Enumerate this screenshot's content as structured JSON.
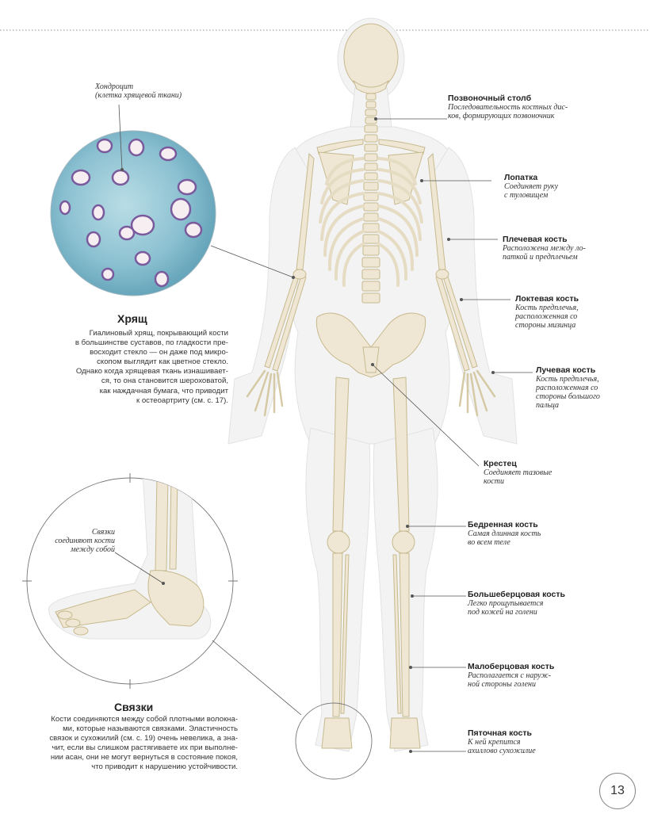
{
  "labels": [
    {
      "id": "spine",
      "title": "Позвоночный столб",
      "desc": [
        "Последовательность костных дис-",
        "ков, формирующих позвоночник"
      ]
    },
    {
      "id": "scapula",
      "title": "Лопатка",
      "desc": [
        "Соединяет руку",
        "с туловищем"
      ]
    },
    {
      "id": "humerus",
      "title": "Плечевая кость",
      "desc": [
        "Расположена между ло-",
        "паткой и предплечьем"
      ]
    },
    {
      "id": "ulna",
      "title": "Локтевая кость",
      "desc": [
        "Кость предплечья,",
        "расположенная со",
        "стороны мизинца"
      ]
    },
    {
      "id": "radius",
      "title": "Лучевая кость",
      "desc": [
        "Кость предплечья,",
        "расположенная со",
        "стороны большого",
        "пальца"
      ]
    },
    {
      "id": "sacrum",
      "title": "Крестец",
      "desc": [
        "Соединяет тазовые",
        "кости"
      ]
    },
    {
      "id": "femur",
      "title": "Бедренная кость",
      "desc": [
        "Самая длинная кость",
        "во всем теле"
      ]
    },
    {
      "id": "tibia",
      "title": "Большеберцовая кость",
      "desc": [
        "Легко прощупывается",
        "под кожей на голени"
      ]
    },
    {
      "id": "fibula",
      "title": "Малоберцовая кость",
      "desc": [
        "Располагается с наруж-",
        "ной стороны голени"
      ]
    },
    {
      "id": "calcaneus",
      "title": "Пяточная кость",
      "desc": [
        "К ней крепится",
        "ахиллово сухожилие"
      ]
    }
  ],
  "cartilage": {
    "caption": [
      "Хондроцит",
      "(клетка хрящевой ткани)"
    ],
    "title": "Хрящ",
    "body": [
      "Гиалиновый хрящ, покрывающий кости",
      "в большинстве суставов, по гладкости пре-",
      "восходит стекло — он даже под микро-",
      "скопом выглядит как цветное стекло.",
      "Однако когда хрящевая ткань изнашивает-",
      "ся, то она становится шероховатой,",
      "как наждачная бумага, что приводит",
      "к остеоартриту (см. с. 17)."
    ]
  },
  "ligaments": {
    "caption": [
      "Связки",
      "соединяют кости",
      "между собой"
    ],
    "title": "Связки",
    "body": [
      "Кости соединяются между собой плотными волокна-",
      "ми, которые называются связками. Эластичность",
      "связок и сухожилий (см. с. 19) очень невелика, а зна-",
      "чит, если вы слишком растягиваете их при выполне-",
      "нии асан, они не могут вернуться в состояние покоя,",
      "что приводит к нарушению устойчивости."
    ]
  },
  "page_number": "13",
  "colors": {
    "bone": "#efe7d3",
    "bone_stroke": "#c7b98f",
    "skin": "#f2f3f2",
    "micro": "#8fc3d3"
  }
}
